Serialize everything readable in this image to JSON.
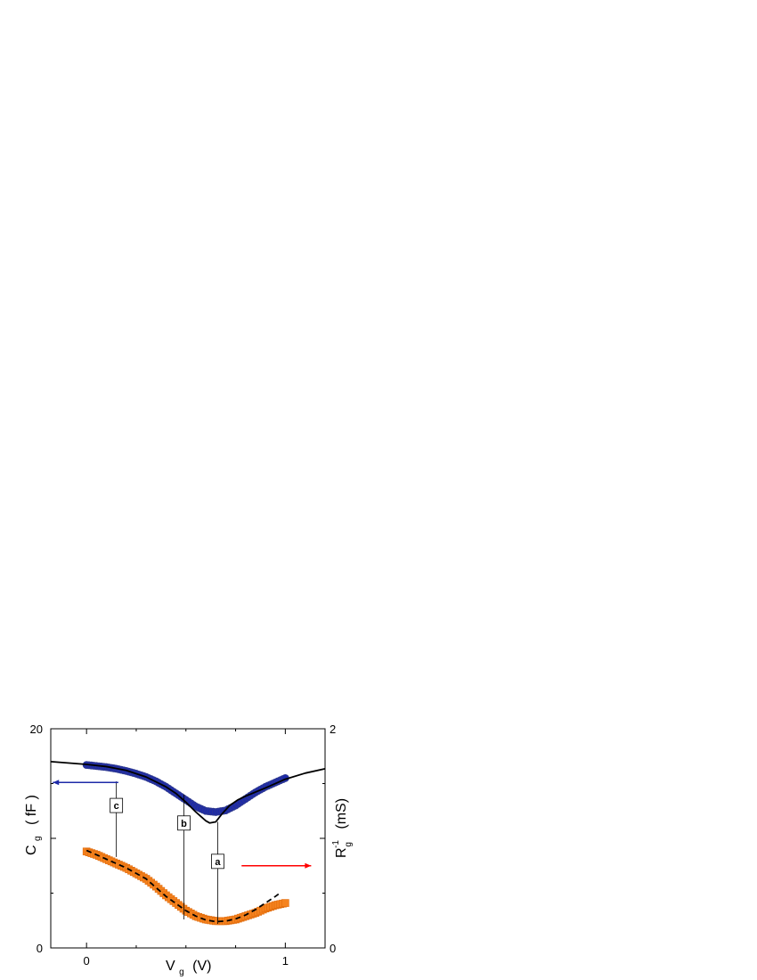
{
  "chart_data": {
    "type": "scatter",
    "xlabel": "V",
    "xlabel_sub": "g",
    "xlabel_unit": "(V)",
    "ylabel": "C",
    "ylabel_sub": "g",
    "ylabel_unit": "( fF )",
    "y2label": "R",
    "y2label_sub": "g",
    "y2label_sup": "-1",
    "y2label_unit": "(mS)",
    "xlim": [
      -0.18,
      1.2
    ],
    "ylim": [
      0,
      20
    ],
    "y2lim": [
      0,
      2
    ],
    "x_ticks": [
      {
        "v": 0,
        "label": "0"
      },
      {
        "v": 1,
        "label": "1"
      }
    ],
    "y_ticks": [
      {
        "v": 0,
        "label": "0"
      },
      {
        "v": 20,
        "label": "20"
      }
    ],
    "y2_ticks": [
      {
        "v": 0,
        "label": "0"
      },
      {
        "v": 2,
        "label": "2"
      }
    ],
    "grid": false,
    "series": [
      {
        "axis": "left",
        "color": "#1e2aa8",
        "edge": "#2f3a8f",
        "marker": "circle",
        "x": [
          0,
          0.05,
          0.1,
          0.15,
          0.2,
          0.25,
          0.3,
          0.35,
          0.4,
          0.45,
          0.5,
          0.55,
          0.6,
          0.65,
          0.7,
          0.75,
          0.8,
          0.85,
          0.9,
          0.95,
          1.0
        ],
        "y": [
          16.7,
          16.6,
          16.5,
          16.35,
          16.15,
          15.9,
          15.6,
          15.2,
          14.7,
          14.1,
          13.5,
          12.9,
          12.5,
          12.4,
          12.55,
          13.0,
          13.6,
          14.2,
          14.7,
          15.1,
          15.5
        ]
      },
      {
        "axis": "right",
        "color": "#f5831f",
        "edge": "#e06a0a",
        "marker": "square",
        "x": [
          0,
          0.05,
          0.1,
          0.15,
          0.2,
          0.25,
          0.3,
          0.35,
          0.4,
          0.45,
          0.5,
          0.55,
          0.6,
          0.65,
          0.7,
          0.75,
          0.8,
          0.85,
          0.9,
          0.95,
          1.0
        ],
        "y": [
          0.88,
          0.85,
          0.81,
          0.77,
          0.73,
          0.68,
          0.63,
          0.56,
          0.48,
          0.41,
          0.34,
          0.29,
          0.26,
          0.245,
          0.245,
          0.26,
          0.29,
          0.32,
          0.36,
          0.39,
          0.41
        ]
      }
    ],
    "fit_left": {
      "color": "#000000",
      "x": [
        -0.18,
        0,
        0.1,
        0.2,
        0.3,
        0.4,
        0.45,
        0.5,
        0.55,
        0.6,
        0.62,
        0.65,
        0.68,
        0.72,
        0.76,
        0.8,
        0.9,
        1.0,
        1.1,
        1.2
      ],
      "y": [
        17.0,
        16.75,
        16.55,
        16.2,
        15.6,
        14.7,
        14.1,
        13.3,
        12.4,
        11.6,
        11.4,
        11.5,
        12.2,
        13.0,
        13.5,
        13.85,
        14.6,
        15.4,
        15.95,
        16.35
      ]
    },
    "fit_right": {
      "color": "#000000",
      "style": "dashed",
      "x": [
        0,
        0.1,
        0.2,
        0.3,
        0.4,
        0.5,
        0.55,
        0.6,
        0.65,
        0.7,
        0.75,
        0.8,
        0.85,
        0.9,
        0.95,
        0.98
      ],
      "y": [
        0.89,
        0.81,
        0.73,
        0.63,
        0.47,
        0.34,
        0.29,
        0.255,
        0.24,
        0.245,
        0.265,
        0.3,
        0.35,
        0.41,
        0.47,
        0.51
      ]
    },
    "annotations": [
      {
        "label": "c",
        "x": 0.15,
        "y_top": 15.2,
        "y_bottom": 8.3,
        "y_box": 13.0
      },
      {
        "label": "b",
        "x": 0.49,
        "y_top": 14.0,
        "y_bottom": 2.6,
        "y_box": 11.4
      },
      {
        "label": "a",
        "x": 0.66,
        "y_top": 11.5,
        "y_bottom": 2.2,
        "y_box": 7.9
      }
    ],
    "arrows": [
      {
        "direction": "left",
        "color": "#1e2aa8",
        "x_from": 0.16,
        "x_to": -0.17,
        "y": 15.1
      },
      {
        "direction": "right",
        "color": "#ff0000",
        "x_from": 0.78,
        "x_to": 1.13,
        "y": 7.5
      }
    ]
  }
}
